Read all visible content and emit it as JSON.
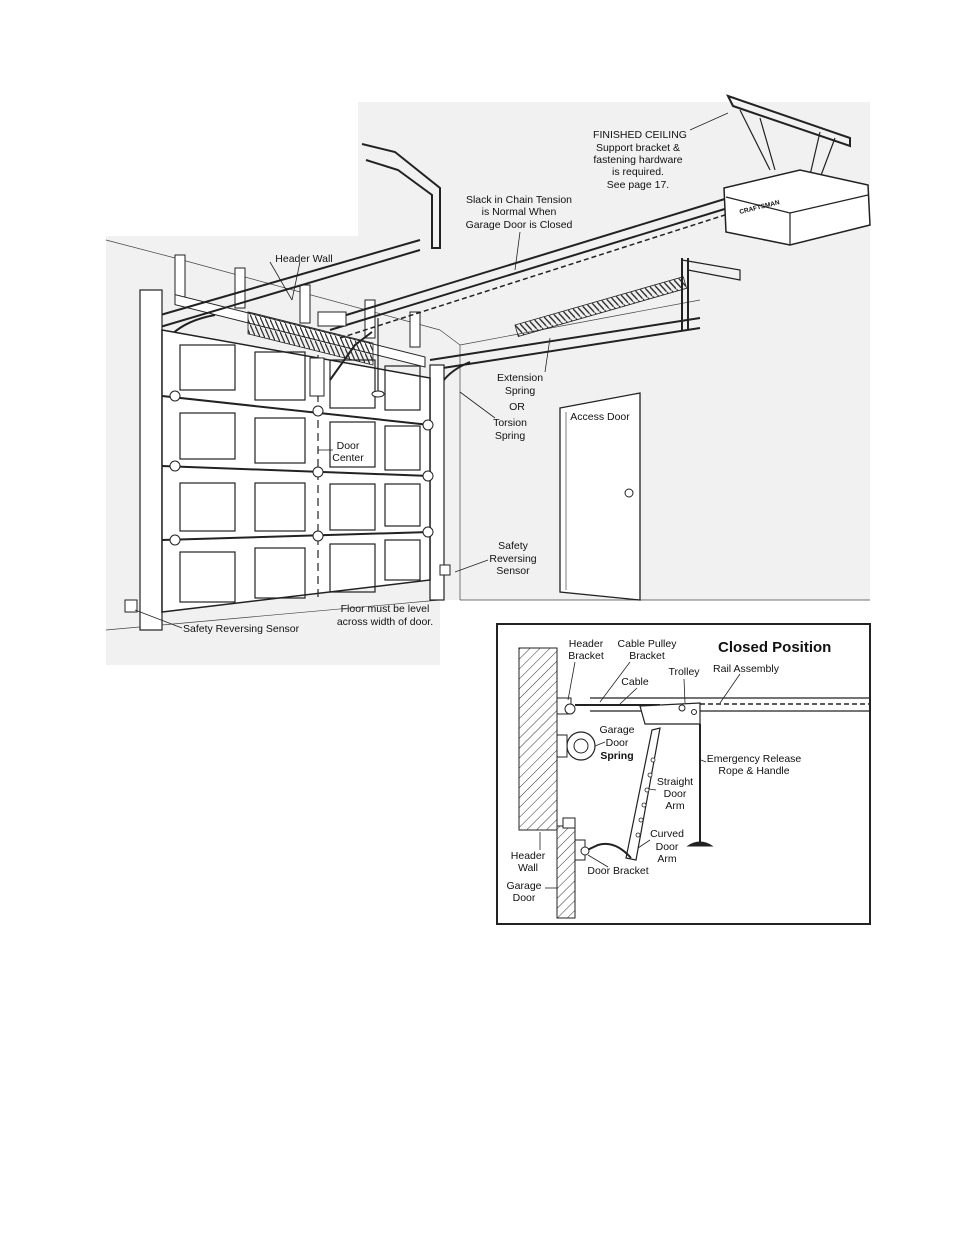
{
  "labels": {
    "finished_ceiling": "FINISHED CEILING",
    "support_1": "Support bracket &",
    "support_2": "fastening hardware",
    "support_3": "is required.",
    "support_4": "See page 17.",
    "slack_1": "Slack in Chain Tension",
    "slack_2": "is Normal When",
    "slack_3": "Garage Door is Closed",
    "header_wall": "Header Wall",
    "extension_1": "Extension",
    "extension_2": "Spring",
    "or": "OR",
    "torsion_1": "Torsion",
    "torsion_2": "Spring",
    "access_door": "Access Door",
    "door_center_1": "Door",
    "door_center_2": "Center",
    "safety_1": "Safety",
    "safety_2": "Reversing",
    "safety_3": "Sensor",
    "floor_1": "Floor must be level",
    "floor_2": "across width of door.",
    "safety_bottom": "Safety Reversing Sensor",
    "opener_brand": "CRAFTSMAN"
  },
  "inset": {
    "title": "Closed Position",
    "header_bracket_1": "Header",
    "header_bracket_2": "Bracket",
    "cable_pulley_1": "Cable Pulley",
    "cable_pulley_2": "Bracket",
    "trolley": "Trolley",
    "rail_assembly": "Rail Assembly",
    "cable": "Cable",
    "garage_door_spring_1": "Garage",
    "garage_door_spring_2": "Door",
    "garage_door_spring_3": "Spring",
    "emergency_1": "Emergency Release",
    "emergency_2": "Rope & Handle",
    "straight_1": "Straight",
    "straight_2": "Door",
    "straight_3": "Arm",
    "curved_1": "Curved",
    "curved_2": "Door",
    "curved_3": "Arm",
    "header_wall_1": "Header",
    "header_wall_2": "Wall",
    "garage_door_1": "Garage",
    "garage_door_2": "Door",
    "door_bracket": "Door Bracket"
  }
}
